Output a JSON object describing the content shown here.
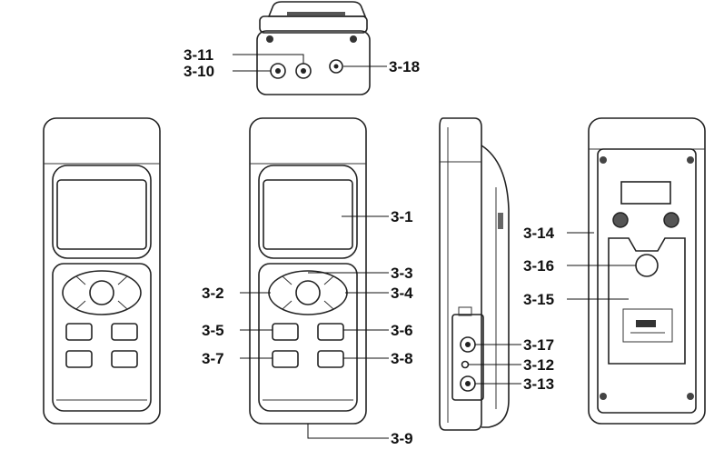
{
  "diagram": {
    "callouts": {
      "c3_1": "3-1",
      "c3_2": "3-2",
      "c3_3": "3-3",
      "c3_4": "3-4",
      "c3_5": "3-5",
      "c3_6": "3-6",
      "c3_7": "3-7",
      "c3_8": "3-8",
      "c3_9": "3-9",
      "c3_10": "3-10",
      "c3_11": "3-11",
      "c3_12": "3-12",
      "c3_13": "3-13",
      "c3_14": "3-14",
      "c3_15": "3-15",
      "c3_16": "3-16",
      "c3_17": "3-17",
      "c3_18": "3-18"
    }
  }
}
